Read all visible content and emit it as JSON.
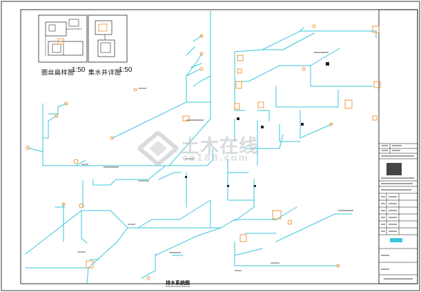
{
  "drawing": {
    "detail_left_title": "圈丝扁样图",
    "detail_left_scale": "1:50",
    "detail_right_title": "集水井详图",
    "detail_right_scale": "1:50",
    "plan_title": "排水系统图"
  },
  "watermark": {
    "text": "土木在线",
    "url": "co188.com"
  },
  "colors": {
    "pipe": "#35c6d8",
    "fixture": "#f28c1e",
    "frame": "#000000",
    "watermark": "#b9bec4"
  }
}
